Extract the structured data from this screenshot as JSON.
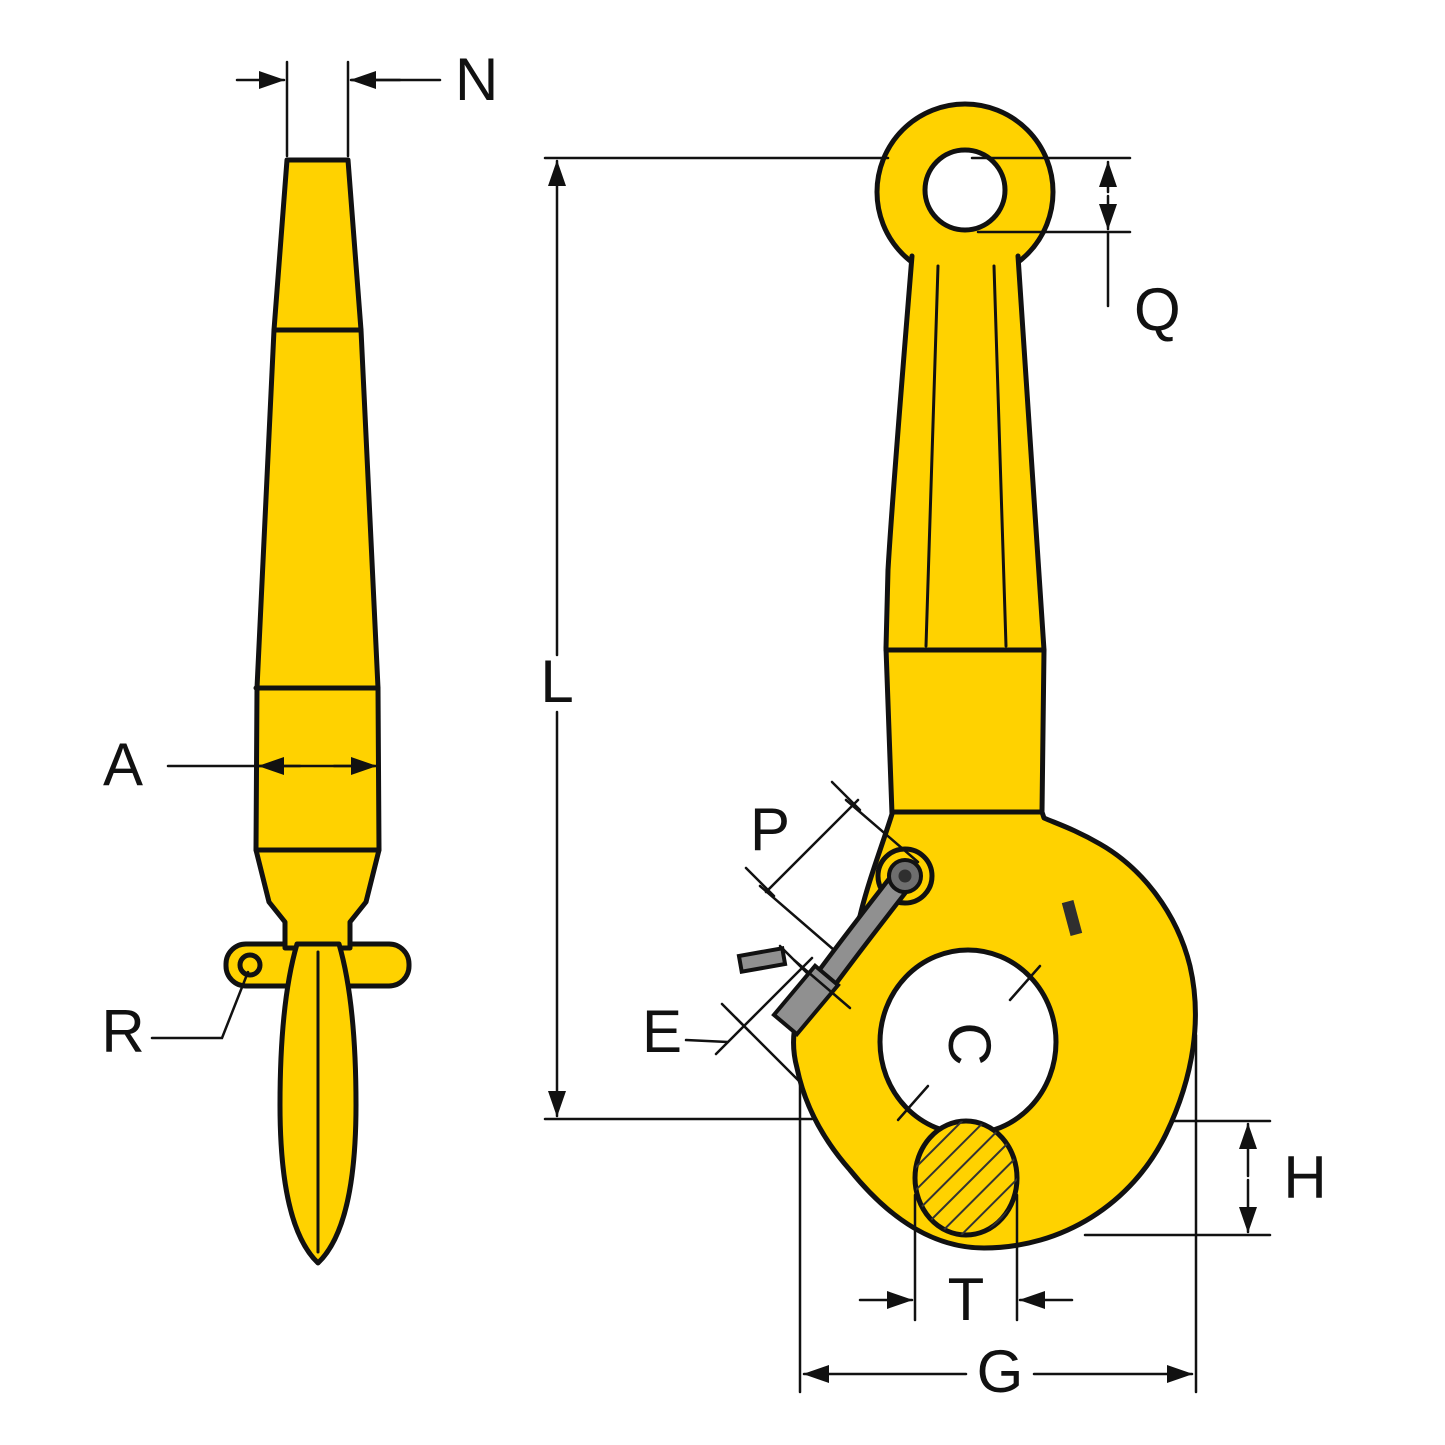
{
  "colors": {
    "body": "#ffd200",
    "outline": "#111111",
    "latch": "#909090",
    "latch-dark": "#2f2f2f",
    "dimension": "#111111",
    "background": "#ffffff"
  },
  "diagram": {
    "labels": {
      "n": "N",
      "a": "A",
      "r": "R",
      "l": "L",
      "q": "Q",
      "p": "P",
      "e": "E",
      "c": "C",
      "h": "H",
      "t": "T",
      "g": "G"
    }
  }
}
